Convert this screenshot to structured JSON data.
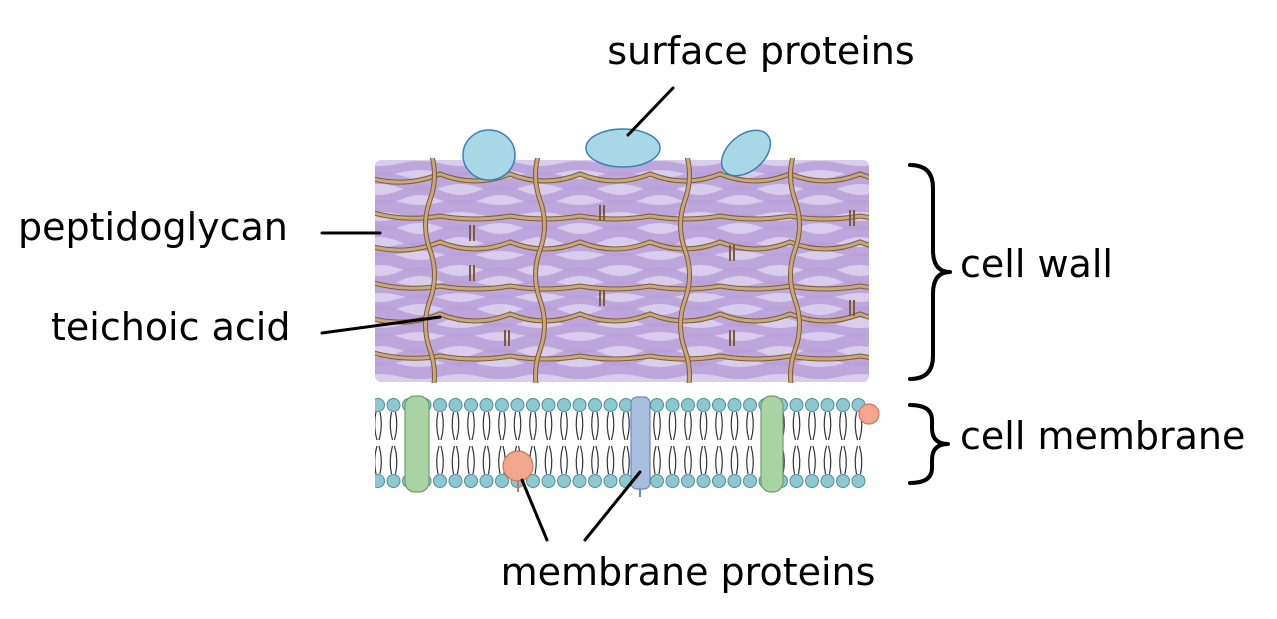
{
  "labels": {
    "surface_proteins": "surface proteins",
    "peptidoglycan": "peptidoglycan",
    "teichoic_acid": "teichoic acid",
    "cell_wall": "cell wall",
    "cell_membrane": "cell membrane",
    "membrane_proteins": "membrane proteins"
  },
  "colors": {
    "peptidoglycan": "#b79fd8",
    "fiber": "#c8a87a",
    "fiber_edge": "#7a5c3a",
    "surface_protein": "#a8d8e6",
    "surface_protein_edge": "#3d7fb8",
    "lipid_head": "#8cc8d2",
    "lipid_head_edge": "#4f8f9a",
    "channel_green": "#a8d4a4",
    "channel_blue": "#a8bedf",
    "peripheral_protein": "#f4a68c"
  }
}
